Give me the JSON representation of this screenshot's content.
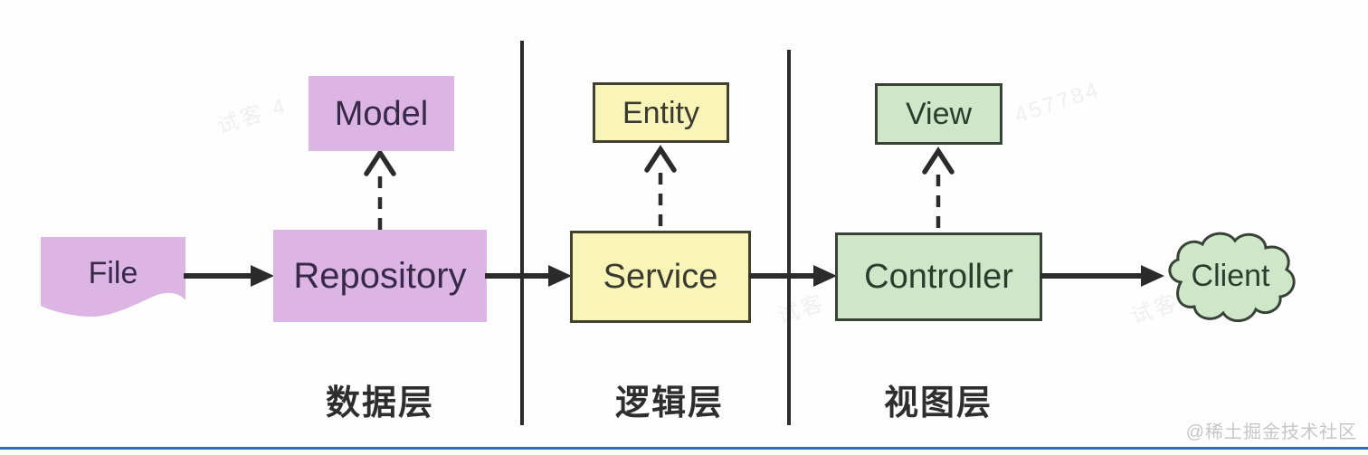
{
  "nodes": {
    "file": {
      "label": "File"
    },
    "repository": {
      "label": "Repository"
    },
    "model": {
      "label": "Model"
    },
    "service": {
      "label": "Service"
    },
    "entity": {
      "label": "Entity"
    },
    "controller": {
      "label": "Controller"
    },
    "view": {
      "label": "View"
    },
    "client": {
      "label": "Client"
    }
  },
  "edges": [
    {
      "from": "file",
      "to": "repository",
      "style": "solid-arrow"
    },
    {
      "from": "repository",
      "to": "model",
      "style": "dashed-open-arrow"
    },
    {
      "from": "repository",
      "to": "service",
      "style": "solid-arrow"
    },
    {
      "from": "service",
      "to": "entity",
      "style": "dashed-open-arrow"
    },
    {
      "from": "service",
      "to": "controller",
      "style": "solid-arrow"
    },
    {
      "from": "controller",
      "to": "view",
      "style": "dashed-open-arrow"
    },
    {
      "from": "controller",
      "to": "client",
      "style": "solid-arrow"
    }
  ],
  "layers": {
    "data": {
      "label": "数据层"
    },
    "logic": {
      "label": "逻辑层"
    },
    "view": {
      "label": "视图层"
    }
  },
  "site_watermark": "@稀土掘金技术社区",
  "faint_marks": {
    "m1": "试客 4",
    "m2": "457784",
    "m3": "试客",
    "m4": "试客 4"
  },
  "colors": {
    "purple_fill": "#dcb5e4",
    "purple_text": "#38294a",
    "yellow_fill": "#f9f4b7",
    "yellow_border": "#41412f",
    "yellow_text": "#3a3a30",
    "green_fill": "#cde7c8",
    "green_border": "#384237",
    "green_text": "#2a3e2d",
    "line": "#2b2b2b",
    "label_text": "#2e2e2e",
    "watermark": "#c6c6c6",
    "bottom_line": "#2e6cb3"
  }
}
